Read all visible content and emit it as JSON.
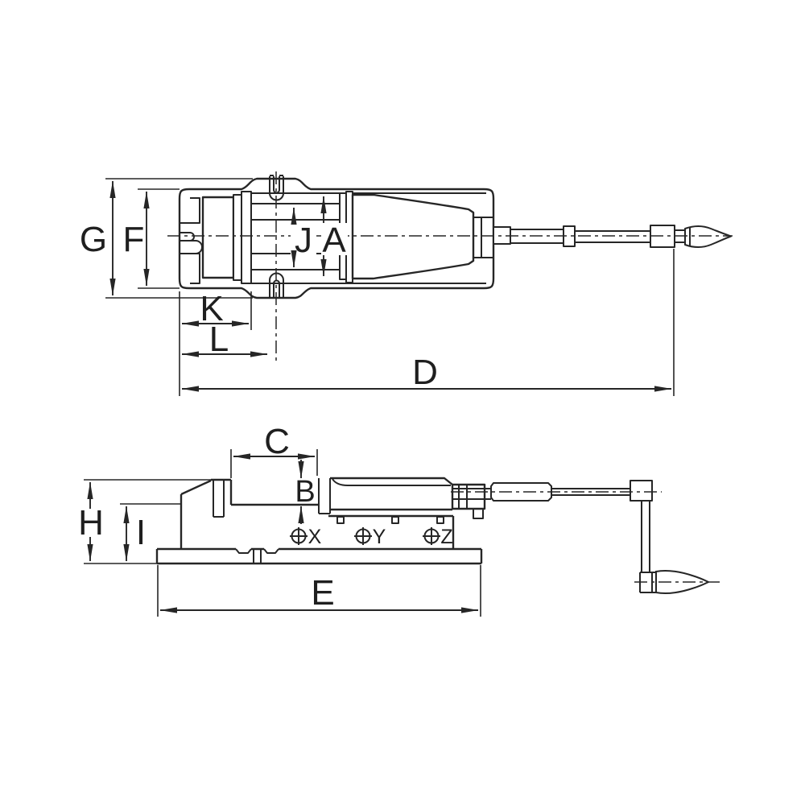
{
  "meta": {
    "type": "technical-drawing",
    "subject": "machine vise dimensional diagram, two orthographic views"
  },
  "style": {
    "background": "#ffffff",
    "line_color": "#262626",
    "text_color": "#1f1f1f"
  },
  "top_view": {
    "dimension_labels": {
      "G": "G",
      "F": "F",
      "K": "K",
      "L": "L",
      "D": "D",
      "J": "J",
      "A": "A"
    }
  },
  "side_view": {
    "dimension_labels": {
      "C": "C",
      "B": "B",
      "H": "H",
      "I": "I",
      "E": "E"
    },
    "datum_targets": {
      "x": "X",
      "y": "Y",
      "z": "Z"
    }
  }
}
